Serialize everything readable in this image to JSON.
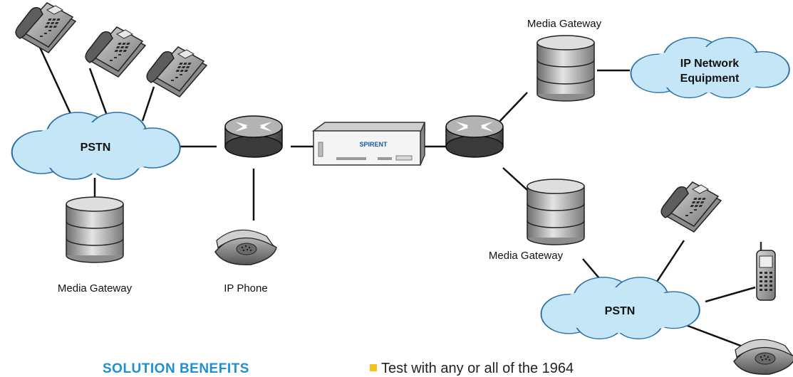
{
  "labels": {
    "pstn_left": "PSTN",
    "pstn_right": "PSTN",
    "ip_network_line1": "IP Network",
    "ip_network_line2": "Equipment",
    "media_gateway_left": "Media Gateway",
    "media_gateway_top": "Media Gateway",
    "media_gateway_right": "Media Gateway",
    "ip_phone": "IP Phone",
    "tester_logo": "SPIRENT"
  },
  "footer": {
    "heading": "SOLUTION BENEFITS",
    "bullet": "Test with any or all of the 1964"
  },
  "icons": [
    "desk-phone-icon",
    "router-icon",
    "media-gateway-icon",
    "conference-phone-icon",
    "mobile-phone-icon",
    "cloud-icon",
    "spirent-tester-icon"
  ],
  "colors": {
    "cloud_fill": "#c5e6f7",
    "cloud_stroke": "#2a6fa8",
    "heading": "#1f8fcf",
    "bullet_marker": "#f2c21b"
  }
}
